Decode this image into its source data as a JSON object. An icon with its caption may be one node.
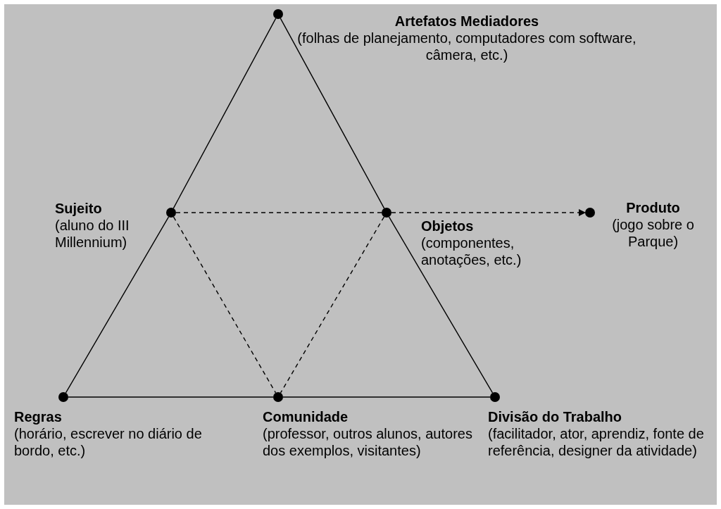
{
  "diagram": {
    "nodes": [
      {
        "text": [],
        "shape": "circle",
        "beside": [
          "Artefatos Mediadores",
          "(folhas de planejamento, computadores com software, câmera, etc.)"
        ]
      },
      {
        "text": [],
        "shape": "circle",
        "beside": [
          "Sujeito",
          "(aluno do III Millennium)"
        ]
      },
      {
        "text": [],
        "shape": "circle",
        "beside": [
          "Objetos",
          "(componentes, anotações, etc.)"
        ]
      },
      {
        "text": [],
        "shape": "circle",
        "beside": [
          "Produto",
          "(jogo sobre o Parque)"
        ]
      },
      {
        "text": [],
        "shape": "circle",
        "beside": [
          "Regras",
          "(horário, escrever no diário de bordo, etc.)"
        ]
      },
      {
        "text": [],
        "shape": "circle",
        "beside": [
          "Comunidade",
          "(professor, outros alunos, autores dos exemplos, visitantes)"
        ]
      },
      {
        "text": [],
        "shape": "circle",
        "beside": [
          "Divisão do Trabalho",
          "(facilitador, ator, aprendiz, fonte de referência, designer da atividade)"
        ]
      }
    ],
    "edges": [
      {
        "from": 0,
        "to": 1,
        "arrow": "none"
      },
      {
        "from": 1,
        "to": 4,
        "arrow": "none"
      },
      {
        "from": 0,
        "to": 2,
        "arrow": "none"
      },
      {
        "from": 2,
        "to": 6,
        "arrow": "none"
      },
      {
        "from": 4,
        "to": 5,
        "arrow": "none"
      },
      {
        "from": 5,
        "to": 6,
        "arrow": "none"
      },
      {
        "from": 1,
        "to": 2,
        "arrow": "none",
        "style": "dashed"
      },
      {
        "from": 2,
        "to": 3,
        "arrow": "to",
        "style": "dashed"
      },
      {
        "from": 1,
        "to": 5,
        "arrow": "none",
        "style": "dashed"
      },
      {
        "from": 2,
        "to": 5,
        "arrow": "none",
        "style": "dashed"
      }
    ]
  }
}
